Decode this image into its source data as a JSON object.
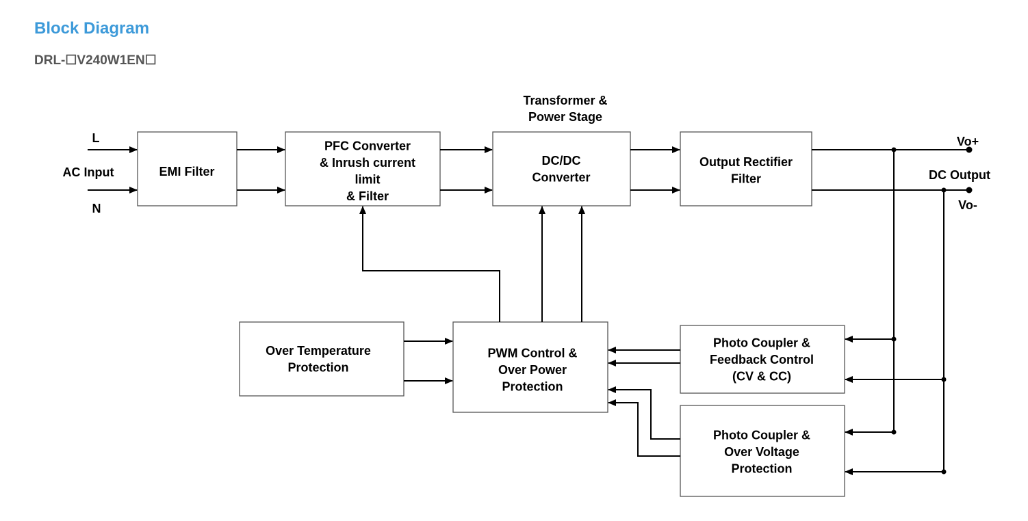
{
  "header": {
    "title": "Block Diagram",
    "model": "DRL-☐V240W1EN☐"
  },
  "colors": {
    "title": "#3d9ad9",
    "subtitle": "#555555",
    "lines": "#000000",
    "box_border": "#555555"
  },
  "diagram": {
    "input": {
      "l": "L",
      "label": "AC Input",
      "n": "N"
    },
    "output": {
      "vo_plus": "Vo+",
      "label": "DC Output",
      "vo_minus": "Vo-"
    },
    "stage_caption": [
      "Transformer &",
      "Power Stage"
    ],
    "blocks": {
      "emi": [
        "EMI Filter"
      ],
      "pfc": [
        "PFC Converter",
        "& Inrush current",
        "limit",
        "& Filter"
      ],
      "dcdc": [
        "DC/DC",
        "Converter"
      ],
      "rect": [
        "Output Rectifier",
        "Filter"
      ],
      "otp": [
        "Over Temperature",
        "Protection"
      ],
      "pwm": [
        "PWM Control &",
        "Over Power",
        "Protection"
      ],
      "fb": [
        "Photo Coupler &",
        "Feedback Control",
        "(CV & CC)"
      ],
      "ovp": [
        "Photo Coupler &",
        "Over Voltage",
        "Protection"
      ]
    }
  }
}
